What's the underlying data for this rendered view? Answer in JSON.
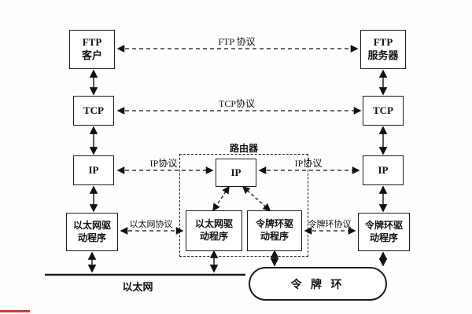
{
  "nodes": {
    "ftp_client": {
      "line1": "FTP",
      "line2": "客户"
    },
    "ftp_server": {
      "line1": "FTP",
      "line2": "服务器"
    },
    "tcp_left": {
      "label": "TCP"
    },
    "tcp_right": {
      "label": "TCP"
    },
    "ip_left": {
      "label": "IP"
    },
    "ip_router": {
      "label": "IP"
    },
    "ip_right": {
      "label": "IP"
    },
    "eth_driver_left": {
      "line1": "以太网驱",
      "line2": "动程序"
    },
    "eth_driver_router": {
      "line1": "以太网驱",
      "line2": "动程序"
    },
    "token_driver_router": {
      "line1": "令牌环驱",
      "line2": "动程序"
    },
    "token_driver_right": {
      "line1": "令牌环驱",
      "line2": "动程序"
    }
  },
  "labels": {
    "router": "路由器",
    "ftp_protocol": "FTP 协议",
    "tcp_protocol": "TCP协议",
    "ip_protocol_left": "IP协议",
    "ip_protocol_right": "IP协议",
    "ethernet_protocol": "以太网协议",
    "token_ring_protocol": "令牌环协议",
    "ethernet": "以太网",
    "token_ring": "令 牌 环"
  }
}
